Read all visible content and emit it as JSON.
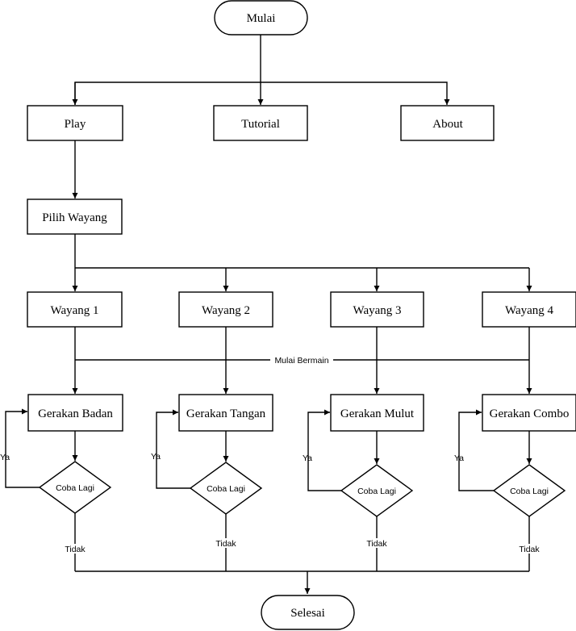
{
  "flowchart": {
    "start_label": "Mulai",
    "menu": {
      "play": "Play",
      "tutorial": "Tutorial",
      "about": "About"
    },
    "pilih_wayang": "Pilih Wayang",
    "wayang": [
      "Wayang 1",
      "Wayang 2",
      "Wayang 3",
      "Wayang 4"
    ],
    "mulai_bermain": "Mulai Bermain",
    "gerakan": [
      "Gerakan Badan",
      "Gerakan Tangan",
      "Gerakan Mulut",
      "Gerakan Combo"
    ],
    "decision_label": "Coba Lagi",
    "yes_label": "Ya",
    "no_label": "Tidak",
    "end_label": "Selesai"
  }
}
